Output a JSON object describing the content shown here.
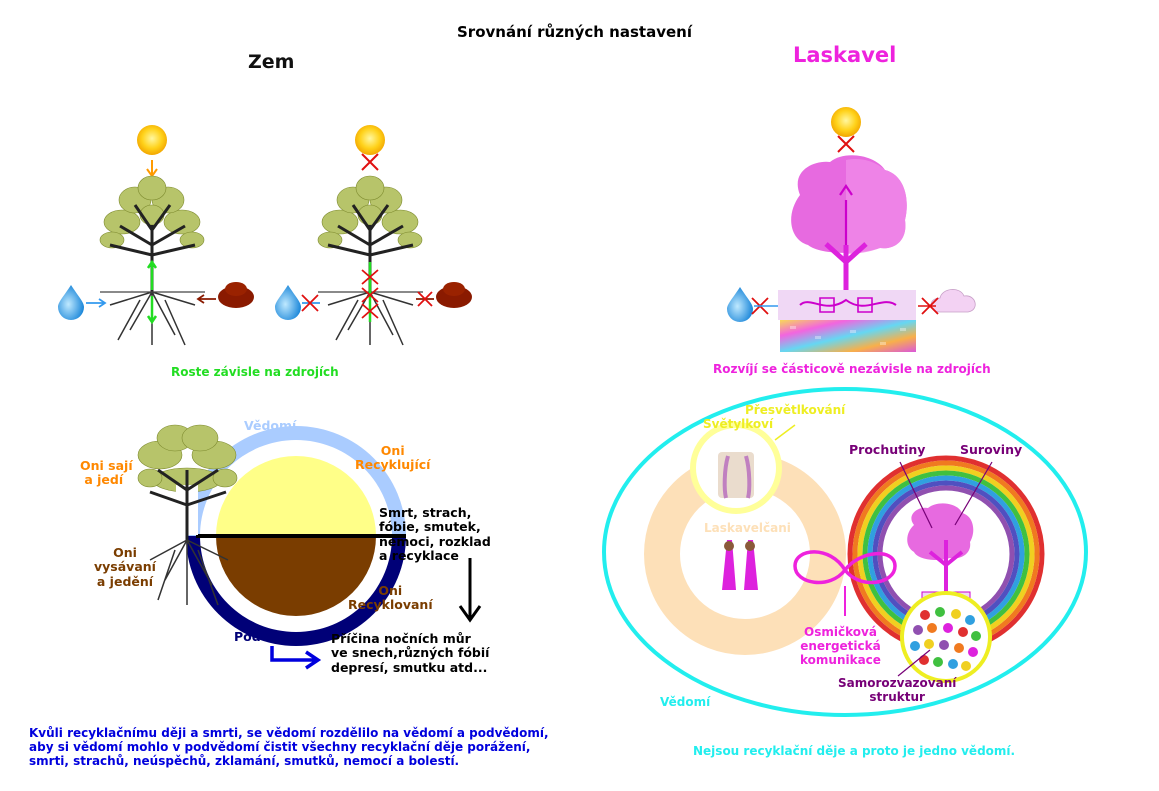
{
  "title": "Srovnání různých nastavení",
  "left": {
    "heading": "Zem",
    "caption_top": "Roste  závisle na zdrojích",
    "labels": {
      "vedomi": "Vědomí",
      "recyklujici": "Oni\nRecyklující",
      "saji_jedi": "Oni sají\n a jedí",
      "smrt": "Smrt, strach,\nfóbie, smutek,\nnemoci, rozklad\na recyklace",
      "vysavani": "Oni\nvysávaní\na jedění",
      "recyklovani": "Oni\nRecyklovaní",
      "podvedomi": "Podvědomí",
      "pricina": "Příčina nočních můr\nve snech,různých fóbií\ndepresí, smutku atd..."
    },
    "footer": "Kvůli recyklačnímu ději a smrti, se vědomí rozdělilo na vědomí a podvědomí,\naby si vědomí mohlo v podvědomí čistit všechny recyklační děje porážení,\nsmrti, strachů, neúspěchů, zklamání, smutků, nemocí a bolestí."
  },
  "right": {
    "heading": "Laskavel",
    "caption_top": "Rozvíjí se částicově nezávisle na zdrojích",
    "labels": {
      "presvetlkovani": "Přesvětlkování",
      "svetylkovi": "Světylkoví",
      "prochutiny": "Prochutiny",
      "suroviny": "Suroviny",
      "laskavelcani": "Laskavelčani",
      "osmickova": "Osmičková\nenergetická\nkomunikace",
      "samorozvazovani": "Samorozvazovaní\nstruktur",
      "vedomi": "Vědomí"
    },
    "footer": "Nejsou recyklační děje a proto je jedno vědomí."
  },
  "colors": {
    "green": "#22dd22",
    "magenta": "#ee22dd",
    "orange": "#ff8800",
    "brown": "#7a3d00",
    "navy": "#000077",
    "blue": "#0000dd",
    "cyan": "#22eeee",
    "yellow": "#eeee22",
    "purple": "#770077",
    "light_blue": "#aaccff"
  }
}
